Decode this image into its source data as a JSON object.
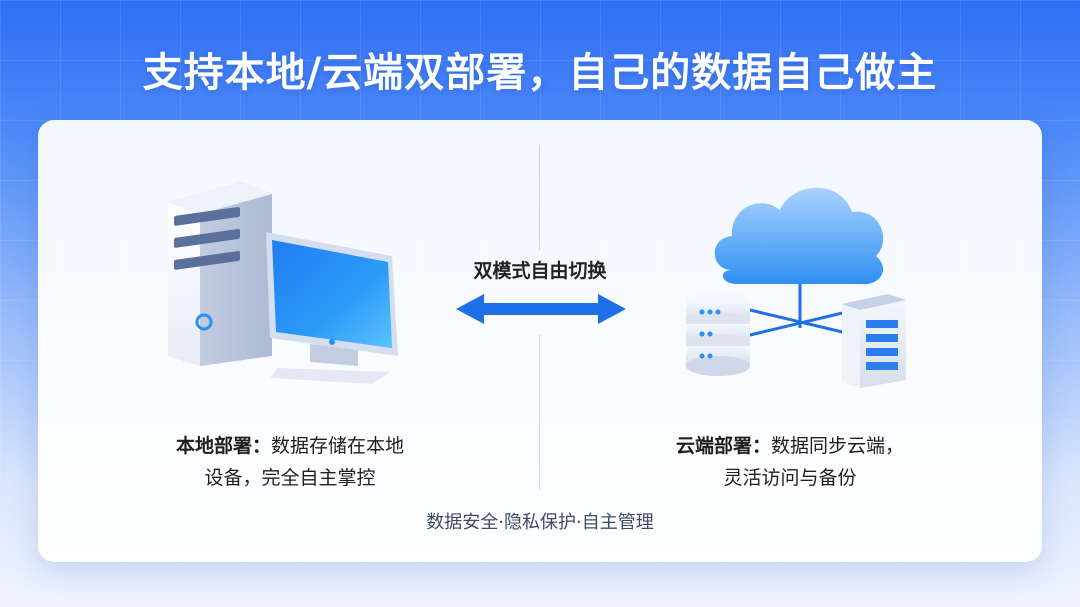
{
  "title": "支持本地/云端双部署，自己的数据自己做主",
  "switch_label": "双模式自由切换",
  "local": {
    "heading": "本地部署：",
    "text_line1": "数据存储在本地",
    "text_line2": "设备，完全自主掌控"
  },
  "cloud": {
    "heading": "云端部署：",
    "text_line1": "数据同步云端，",
    "text_line2": "灵活访问与备份"
  },
  "footer": "数据安全·隐私保护·自主管理",
  "colors": {
    "accent": "#1f6fe8",
    "title_bg": "#2f6df5",
    "text": "#1f1f1f"
  },
  "icons": {
    "local": "desktop-computer-icon",
    "cloud": "cloud-server-icon",
    "switch": "double-arrow-icon"
  }
}
